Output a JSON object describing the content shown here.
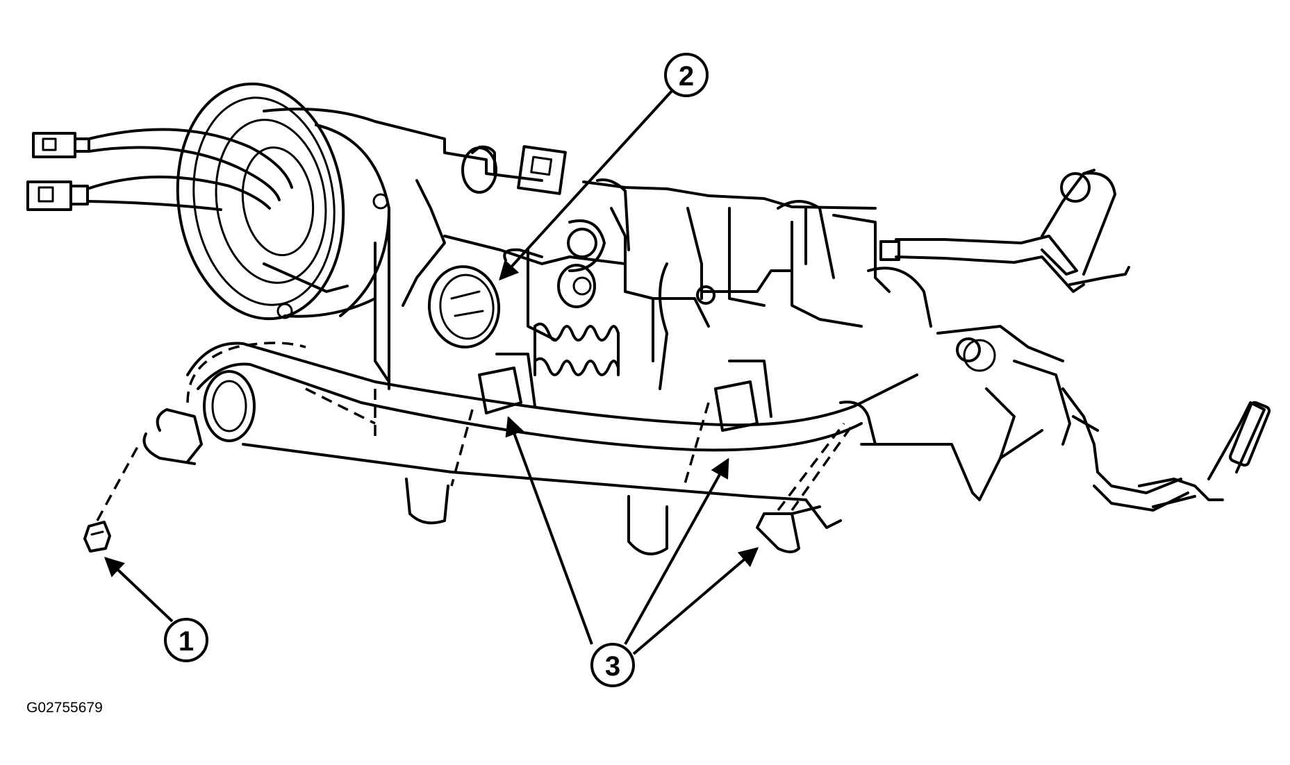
{
  "callouts": [
    {
      "id": "callout-1",
      "label": "1"
    },
    {
      "id": "callout-2",
      "label": "2"
    },
    {
      "id": "callout-3",
      "label": "3"
    }
  ],
  "figure_id": "G02755679"
}
